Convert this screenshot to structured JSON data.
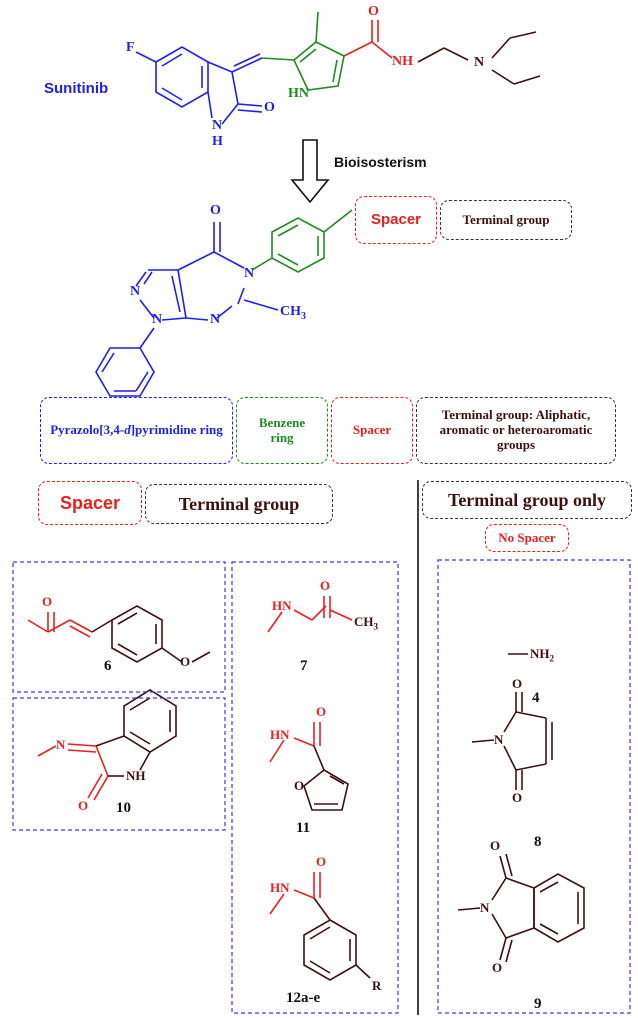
{
  "colors": {
    "blue": "#1f1fe6",
    "green": "#1e8c1e",
    "red": "#e52020",
    "brown": "#3d1010",
    "black": "#111111"
  },
  "sunitinib": {
    "name": "Sunitinib",
    "atom_f": "F",
    "atom_o_top": "O",
    "atom_nh_amide": "NH",
    "atom_n_amine": "N",
    "atom_hn_pyrrole": "HN",
    "atom_o_oxindole": "O",
    "atom_n_oxindole": "N",
    "atom_h_oxindole": "H"
  },
  "arrow_label": "Bioisosterism",
  "core": {
    "atom_o": "O",
    "atom_n5": "N",
    "atom_n_left": "N",
    "atom_n1": "N",
    "atom_n7": "N",
    "atom_ch3": "CH",
    "atom_ch3_sub": "3",
    "spacer_box": "Spacer",
    "terminal_box": "Terminal group"
  },
  "legend": {
    "pyrazolo": "Pyrazolo[3,4-",
    "pyrazolo_italic": "d",
    "pyrazolo_end": "]pyrimidine ring",
    "benzene": "Benzene ring",
    "spacer": "Spacer",
    "terminal": "Terminal group: Aliphatic, aromatic or heteroaromatic groups"
  },
  "section_left": {
    "spacer": "Spacer",
    "terminal": "Terminal group"
  },
  "section_right": {
    "terminal_only": "Terminal group only",
    "no_spacer": "No Spacer"
  },
  "compounds": {
    "c6": "6",
    "c10": "10",
    "c7": "7",
    "c11": "11",
    "c12": "12a-e",
    "c4": "4",
    "c8": "8",
    "c9": "9",
    "c7_hn": "HN",
    "c7_o": "O",
    "c7_ch3": "CH",
    "c7_ch3_sub": "3",
    "c11_hn": "HN",
    "c11_o": "O",
    "c11_ofuran": "O",
    "c12_hn": "HN",
    "c12_o": "O",
    "c12_r": "R",
    "c6_o": "O",
    "c6_ome": "O",
    "c10_n": "N",
    "c10_o": "O",
    "c10_nh": "NH",
    "c4_nh": "NH",
    "c4_sub": "2",
    "c8_o1": "O",
    "c8_o2": "O",
    "c8_n": "N",
    "c9_o1": "O",
    "c9_o2": "O",
    "c9_n": "N"
  }
}
